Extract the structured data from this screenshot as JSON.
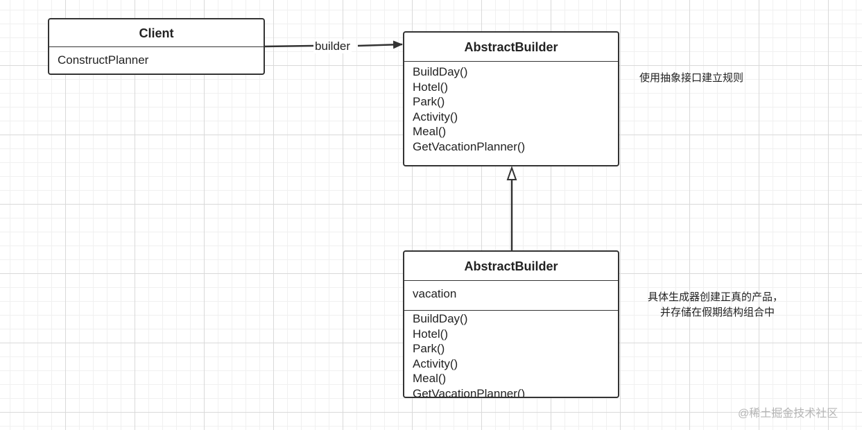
{
  "client": {
    "title": "Client",
    "attributes": [
      "ConstructPlanner"
    ]
  },
  "abstract_builder": {
    "title": "AbstractBuilder",
    "methods": [
      "BuildDay()",
      "Hotel()",
      "Park()",
      "Activity()",
      "Meal()",
      "GetVacationPlanner()"
    ]
  },
  "concrete_builder": {
    "title": "AbstractBuilder",
    "attributes": [
      "vacation"
    ],
    "methods": [
      "BuildDay()",
      "Hotel()",
      "Park()",
      "Activity()",
      "Meal()",
      "GetVacationPlanner()"
    ]
  },
  "association": {
    "label": "builder"
  },
  "notes": {
    "interface_rule": "使用抽象接口建立规则",
    "concrete_line1": "具体生成器创建正真的产品，",
    "concrete_line2": "并存储在假期结构组合中"
  },
  "watermark": "@稀土掘金技术社区"
}
